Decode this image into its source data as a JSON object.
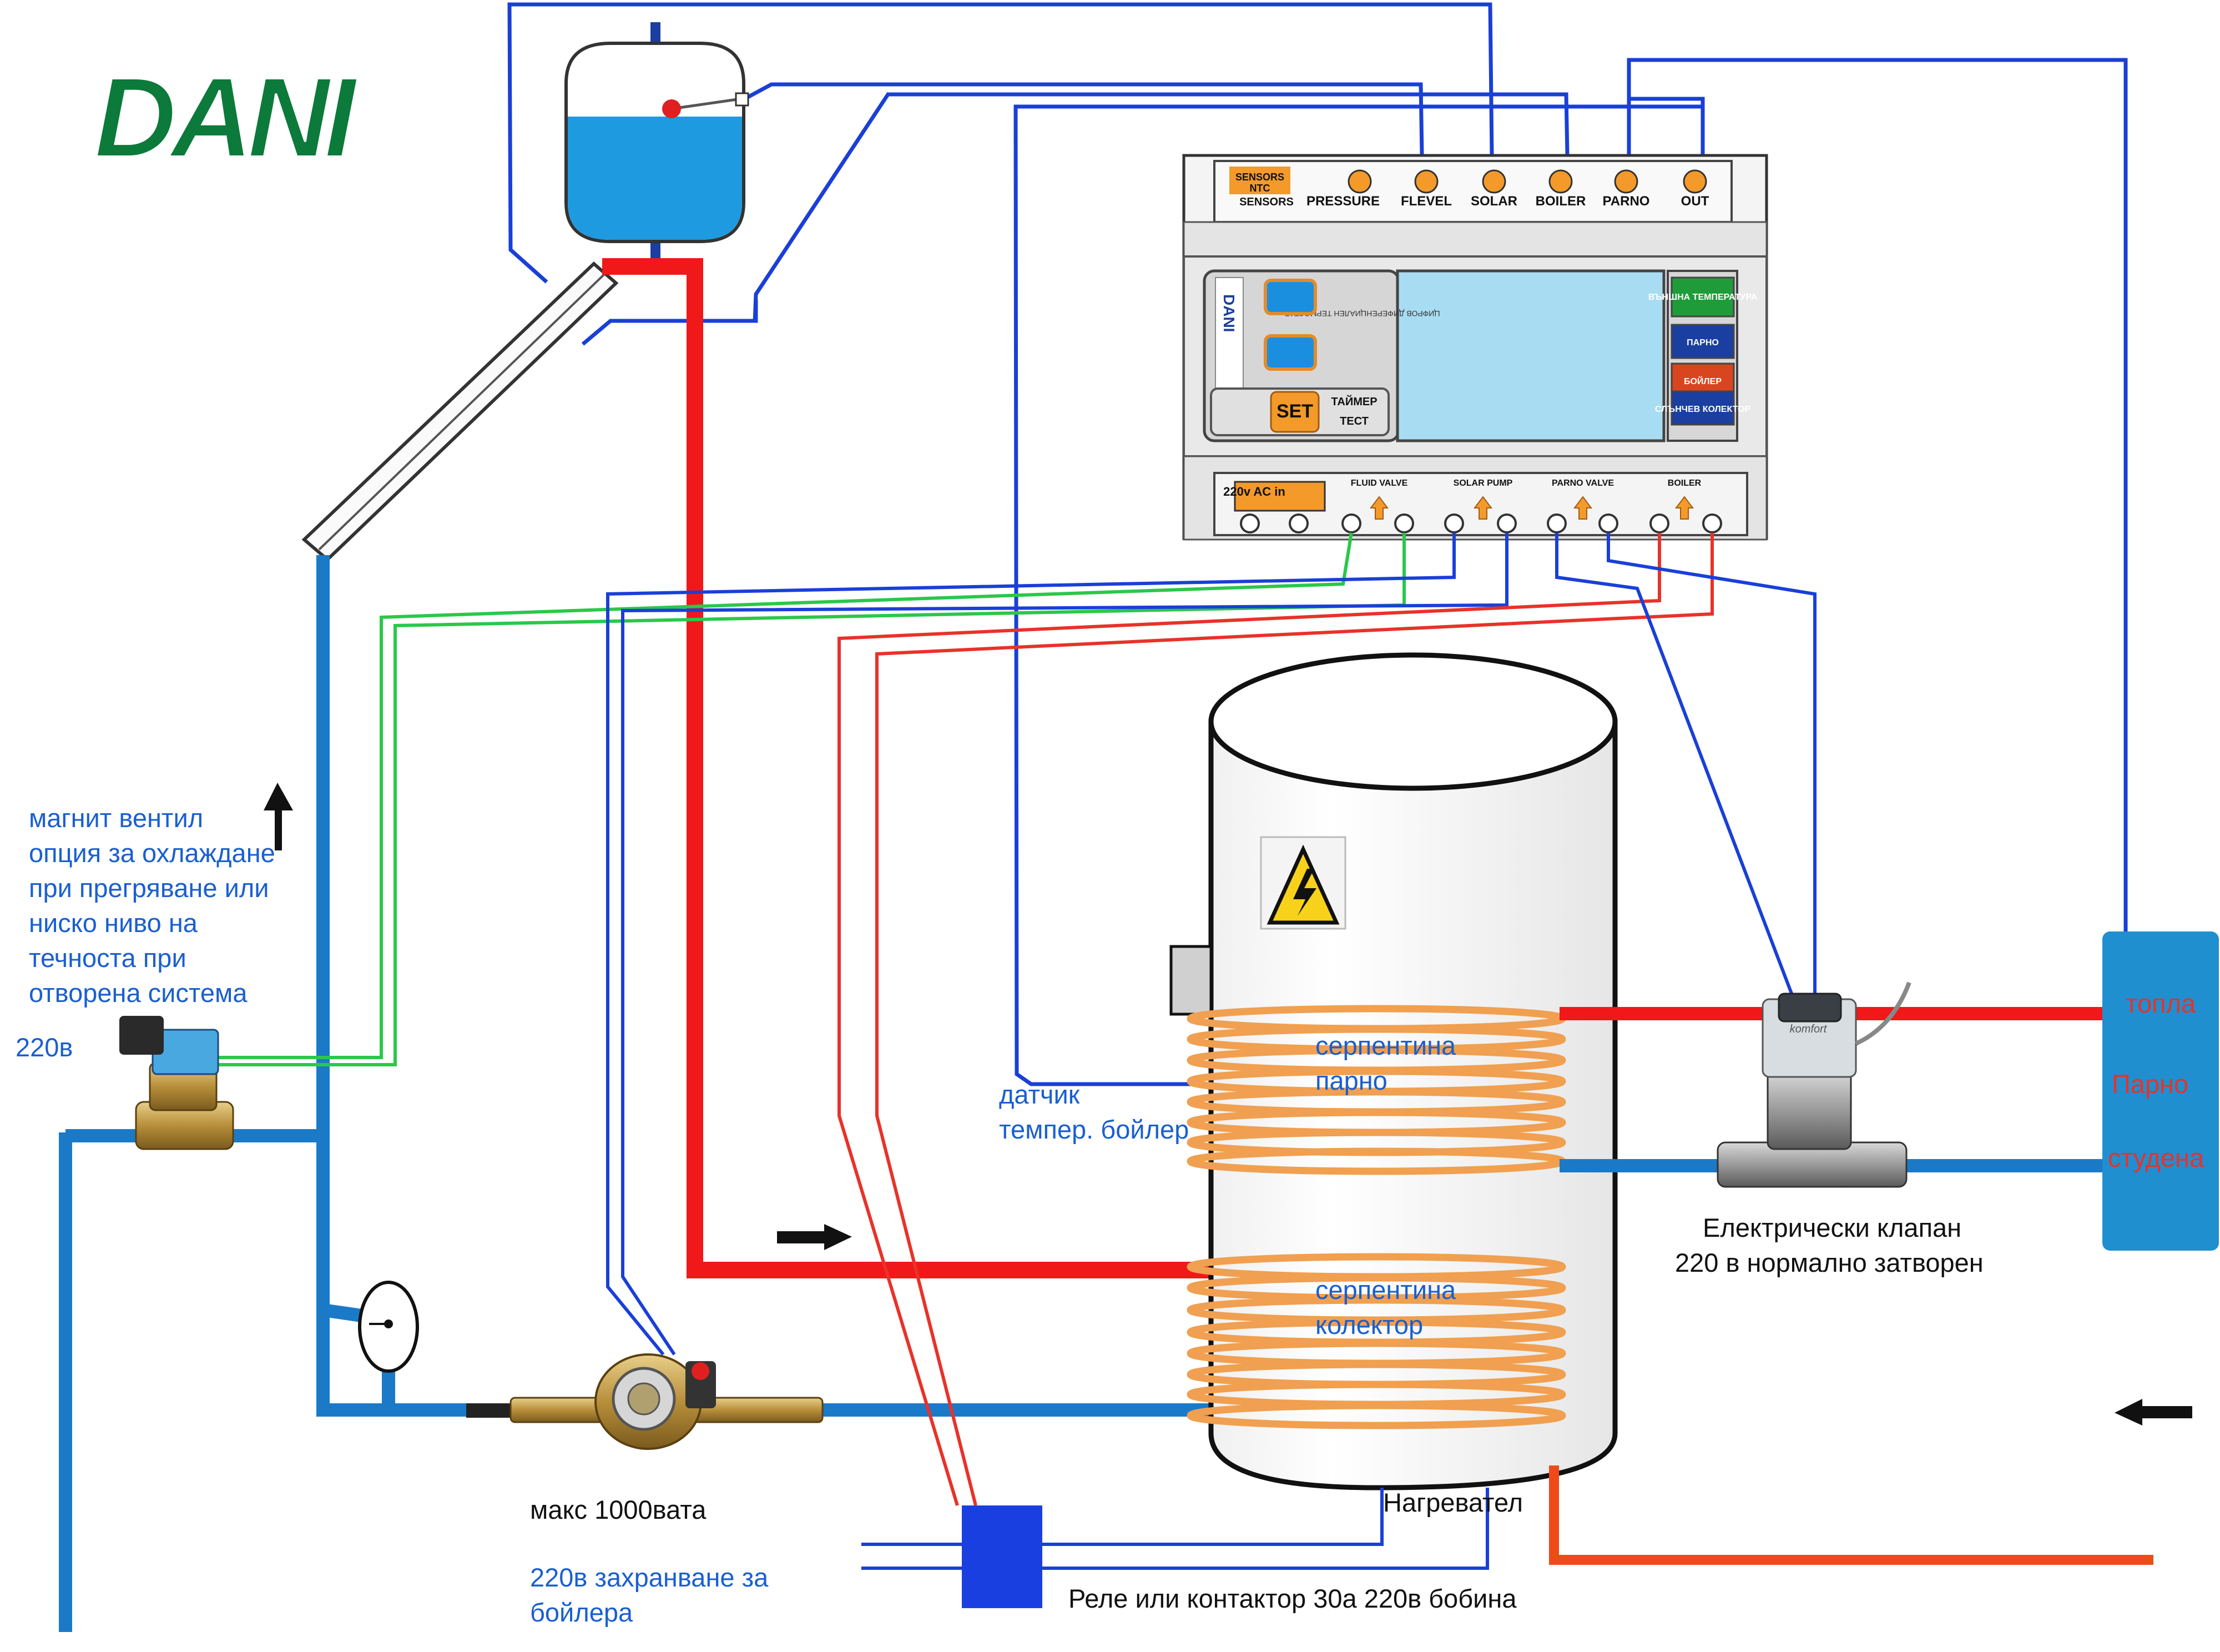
{
  "logo": "DANI",
  "controller": {
    "sensor_labels": [
      "SENSORS",
      "NTC",
      "PRESSURE",
      "FLEVEL",
      "SOLAR",
      "BOILER",
      "PARNO",
      "OUT"
    ],
    "side_buttons": [
      "ВЪНШНА ТЕМПЕРАТУРА",
      "ПАРНО",
      "БОЙЛЕР",
      "СЛЪНЧЕВ КОЛЕКТОР"
    ],
    "brand": "DANI",
    "device_caption": "ЦИФРОВ ДИФЕРЕНЦИАЛЕН ТЕРМОСТАТ",
    "set_label": "SET",
    "timer_label": "ТАЙМЕР",
    "test_label": "ТЕСТ",
    "output_labels": [
      "FLUID VALVE",
      "SOLAR PUMP",
      "PARNO VALVE",
      "BOILER"
    ],
    "power_label": "220v AC in"
  },
  "labels": {
    "solenoid_note": [
      "магнит вентил",
      "опция за охлаждане",
      "при прегряване или",
      "ниско ниво на",
      "течноста при",
      "отворена система"
    ],
    "solenoid_voltage": "220в",
    "coil_heating": [
      "серпентина",
      "парно"
    ],
    "coil_collector": [
      "серпентина",
      "колектор"
    ],
    "boiler_sensor": [
      "датчик",
      "темпер. бойлер"
    ],
    "valve_note": [
      "Електрически клапан",
      "220 в нормално затворен"
    ],
    "heating_hot": "топла",
    "heating_name": "Парно",
    "heating_cold": "студена",
    "pump_power": "макс 1000вата",
    "boiler_supply": [
      "220в захранване за",
      "бойлера"
    ],
    "heater": "Нагревател",
    "relay_note": "Реле или контактор 30а 220в бобина",
    "valve_brand": "komfort"
  }
}
